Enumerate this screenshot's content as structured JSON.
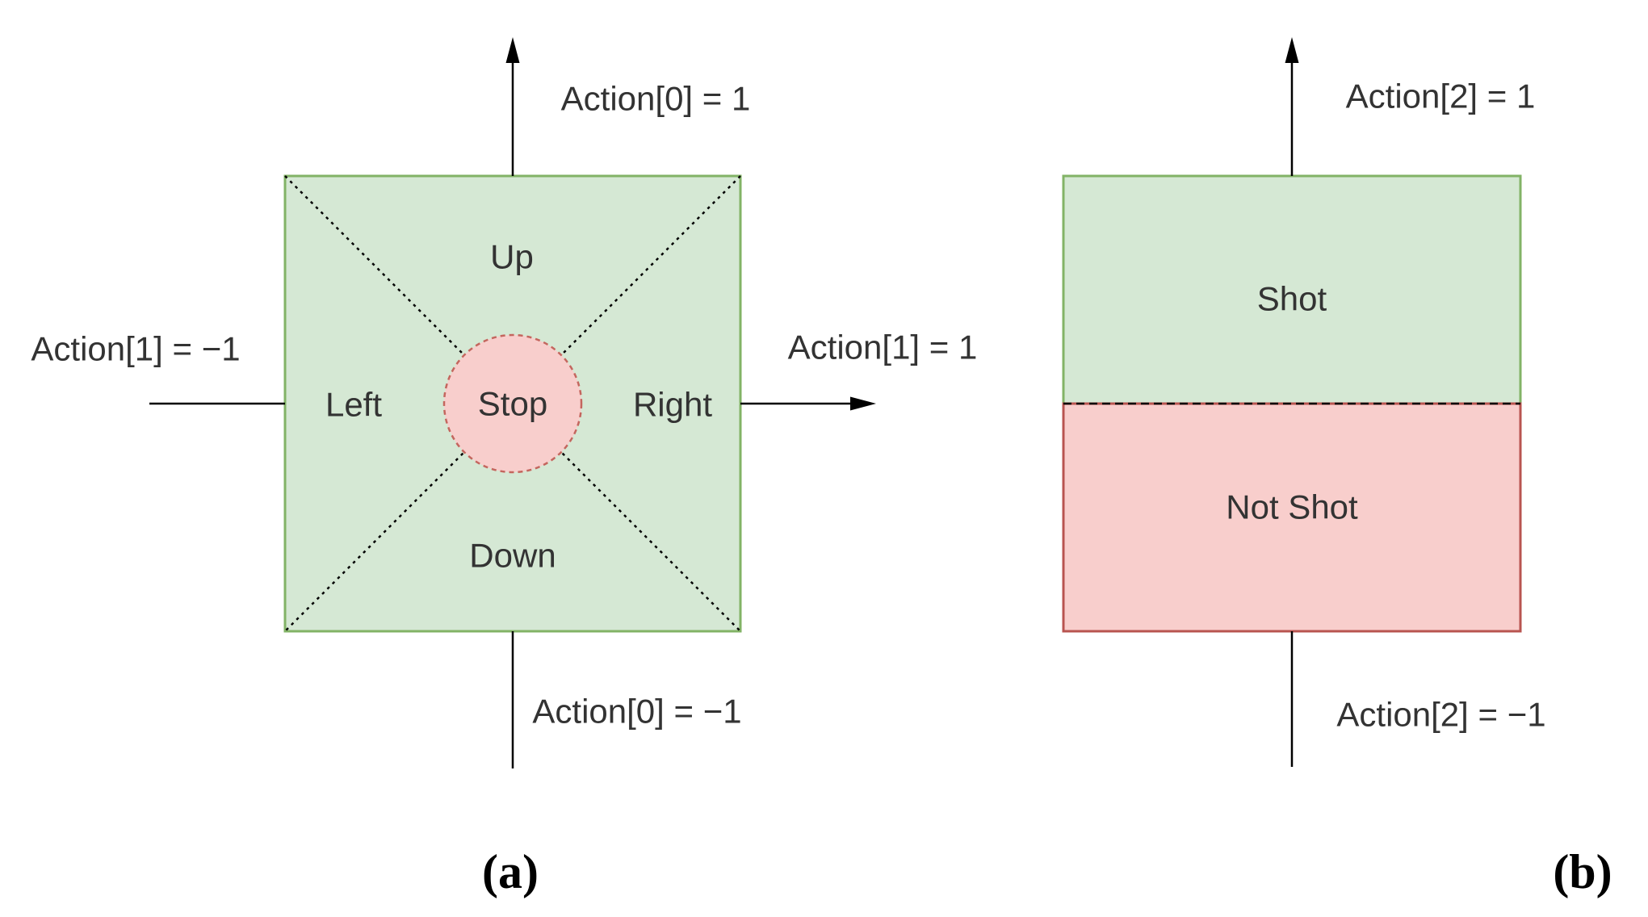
{
  "figure": {
    "panel_a": {
      "caption": "(a)",
      "square": {
        "up": "Up",
        "down": "Down",
        "left": "Left",
        "right": "Right",
        "stop": "Stop"
      },
      "axis_labels": {
        "up": "Action[0] = 1",
        "down": "Action[0] = −1",
        "left": "Action[1] = −1",
        "right": "Action[1] = 1"
      }
    },
    "panel_b": {
      "caption": "(b)",
      "regions": {
        "top": "Shot",
        "bottom": "Not Shot"
      },
      "axis_labels": {
        "up": "Action[2] = 1",
        "down": "Action[2] = −1"
      }
    }
  },
  "colors": {
    "green_fill": "#d5e8d4",
    "green_stroke": "#82b366",
    "red_fill": "#f8cecc",
    "red_stroke": "#b85450",
    "circle_stroke": "#c4665e",
    "line": "#000000",
    "text": "#333333"
  }
}
